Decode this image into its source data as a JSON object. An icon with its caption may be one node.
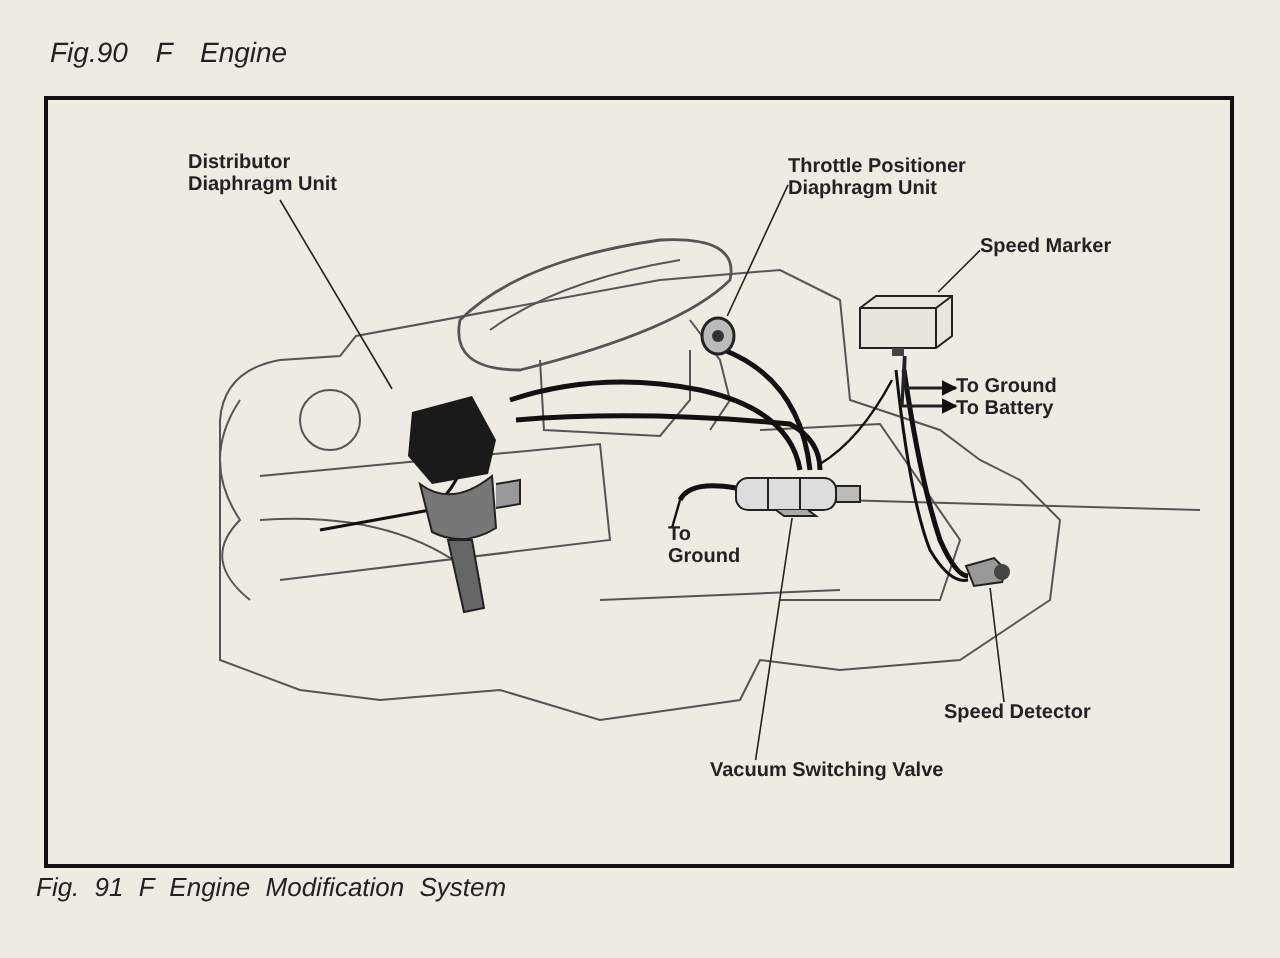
{
  "diagram": {
    "title": "Fig.90 F Engine",
    "caption": "Fig. 91 F Engine Modification System",
    "nodes": [
      {
        "text": [
          "Distributor Diaphragm Unit"
        ]
      },
      {
        "text": [],
        "shape": "picture"
      },
      {
        "text": [
          "Throttle Positioner Diaphragm Unit"
        ]
      },
      {
        "text": [],
        "shape": "circle"
      },
      {
        "text": [
          "Speed Marker"
        ]
      },
      {
        "text": [],
        "shape": "box"
      },
      {
        "text": [
          "To Ground"
        ]
      },
      {
        "text": [
          "To Battery"
        ]
      },
      {
        "text": [],
        "shape": "cylinder"
      },
      {
        "text": [
          "Vacuum Switching Valve"
        ]
      },
      {
        "text": [],
        "shape": "picture"
      },
      {
        "text": [
          "Speed Detector"
        ]
      }
    ],
    "edges": [
      {
        "from": 0,
        "to": 1,
        "arrow": "none"
      },
      {
        "from": 2,
        "to": 3,
        "arrow": "none"
      },
      {
        "from": 4,
        "to": 5,
        "arrow": "none"
      },
      {
        "from": 5,
        "to": 6,
        "arrow": "to"
      },
      {
        "from": 5,
        "to": 7,
        "arrow": "to"
      },
      {
        "from": 9,
        "to": 8,
        "arrow": "none"
      },
      {
        "from": 11,
        "to": 10,
        "arrow": "none"
      }
    ],
    "labels": [
      "To Ground"
    ]
  }
}
